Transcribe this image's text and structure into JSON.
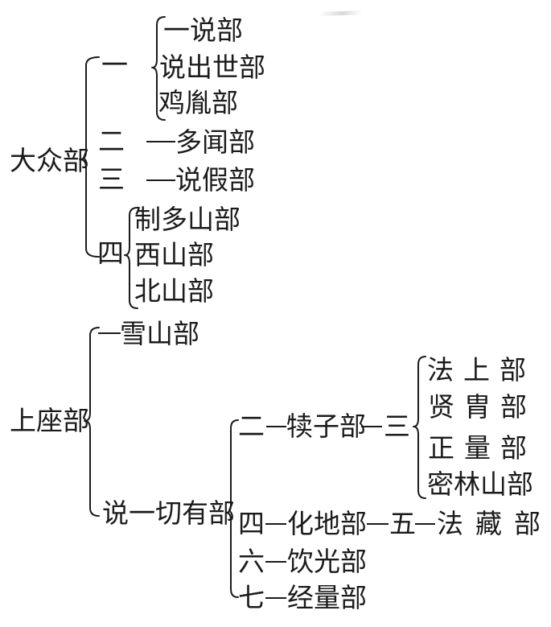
{
  "page": {
    "background": "#ffffff",
    "ink": "#1b1b1b"
  },
  "tree": {
    "mahasamghika": {
      "root": "大众部",
      "branch1": {
        "num": "一",
        "items": [
          "一说部",
          "说出世部",
          "鸡胤部"
        ]
      },
      "branch2": {
        "num": "二",
        "item": "多闻部"
      },
      "branch3": {
        "num": "三",
        "item": "说假部"
      },
      "branch4": {
        "num": "四",
        "items": [
          "制多山部",
          "西山部",
          "北山部"
        ]
      }
    },
    "sthavira": {
      "root": "上座部",
      "branch1": {
        "item": "雪山部"
      },
      "branch2": {
        "item": "说一切有部",
        "sub2": {
          "num": "二",
          "item": "犊子部",
          "num2": "三",
          "items": [
            "法上部",
            "贤胄部",
            "正量部",
            "密林山部"
          ]
        },
        "sub4": {
          "num": "四",
          "item": "化地部",
          "num2": "五",
          "item2": "法藏部"
        },
        "sub6": {
          "num": "六",
          "item": "饮光部"
        },
        "sub7": {
          "num": "七",
          "item": "经量部"
        }
      }
    }
  }
}
